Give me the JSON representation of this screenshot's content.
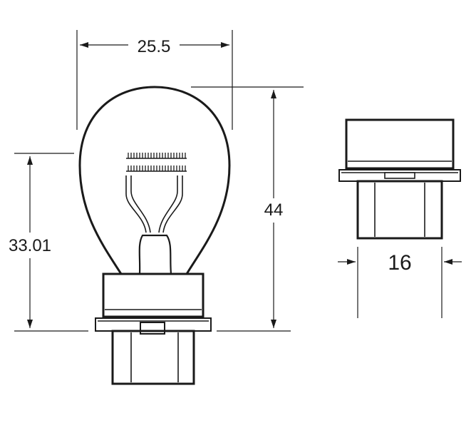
{
  "dimensions": {
    "bulb_width": "25.5",
    "bulb_height_total": "44",
    "bulb_height_to_flange": "33.01",
    "base_width": "16"
  },
  "colors": {
    "ink": "#1a1a1a",
    "background": "#ffffff"
  }
}
